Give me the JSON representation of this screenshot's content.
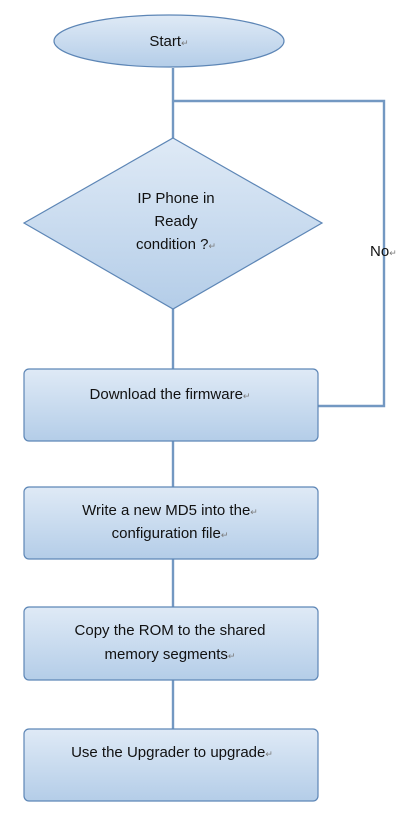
{
  "colors": {
    "node_fill_top": "#dfeaf6",
    "node_fill_bottom": "#b4cde8",
    "node_stroke": "#5d86b6",
    "connector": "#7398c2"
  },
  "paragraph_mark": "↵",
  "nodes": {
    "start": {
      "line1": "Start"
    },
    "decision": {
      "line1": "IP Phone in",
      "line2": "Ready",
      "line3": "condition ?"
    },
    "download": {
      "line1": "Download the firmware"
    },
    "write_md5": {
      "line1": "Write a new MD5 into the",
      "line2": "configuration file"
    },
    "copy_rom": {
      "line1": "Copy the ROM to the shared",
      "line2": "memory segments"
    },
    "upgrade": {
      "line1": "Use the Upgrader to upgrade"
    }
  },
  "edges": {
    "no_loop": {
      "label": "No"
    }
  }
}
